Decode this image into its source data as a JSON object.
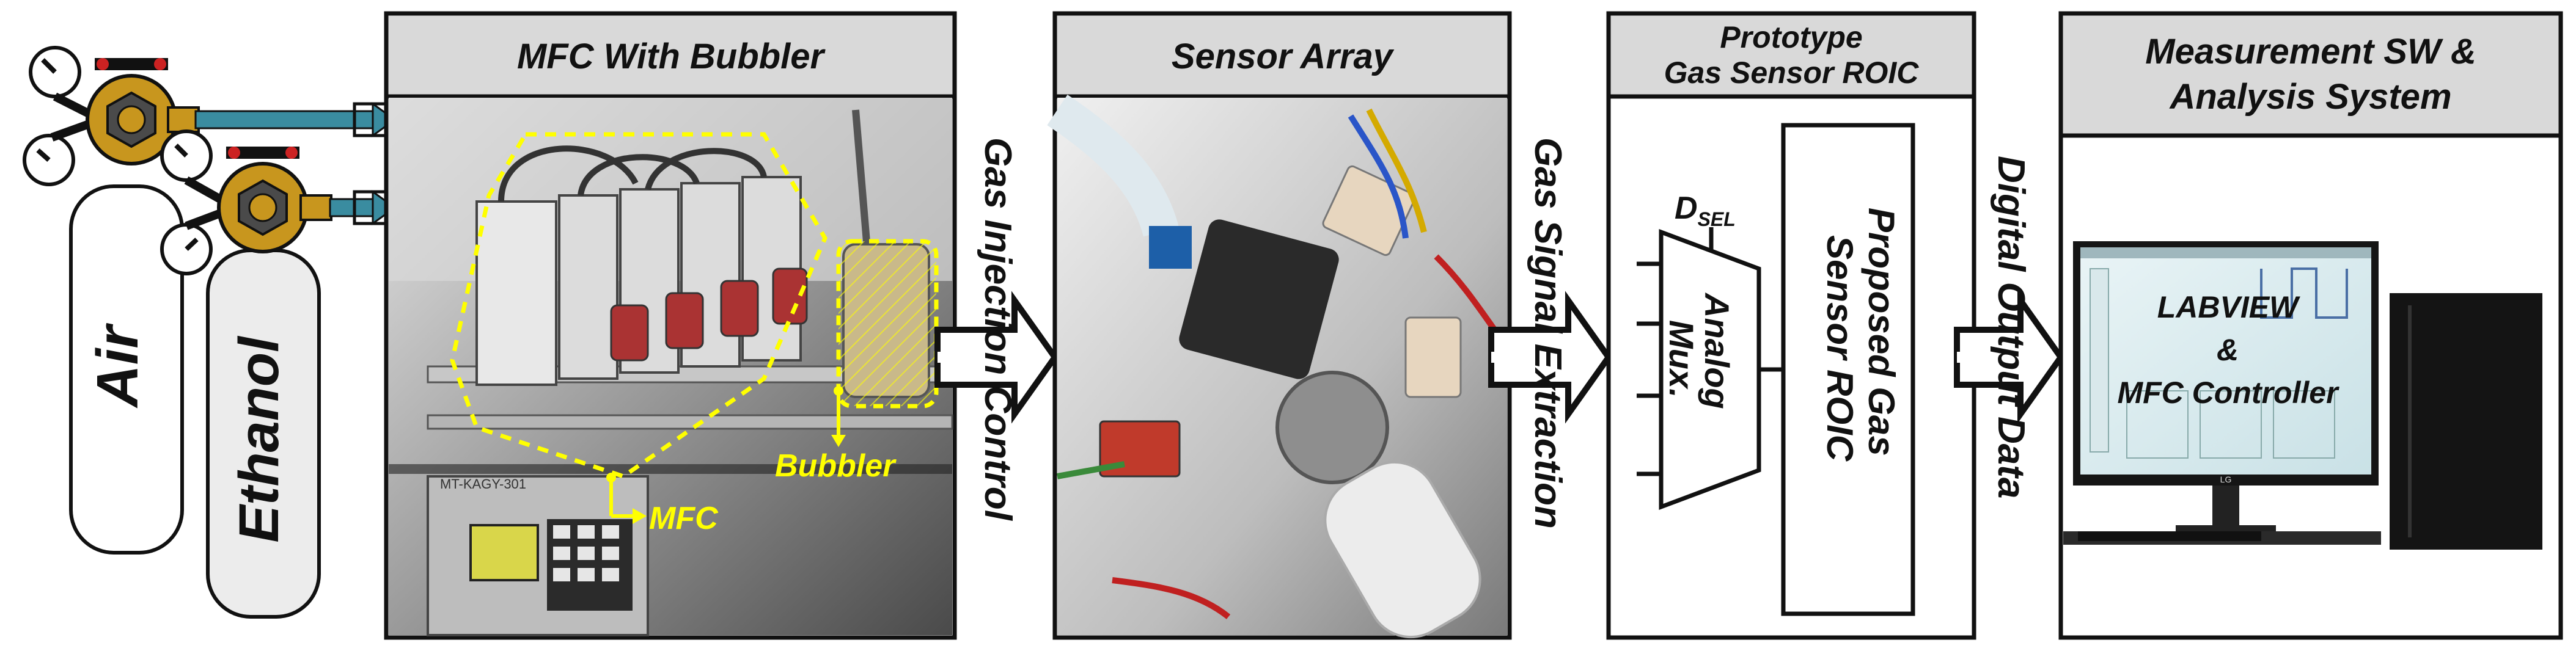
{
  "cylinders": {
    "air_label": "Air",
    "ethanol_label": "Ethanol"
  },
  "panels": {
    "mfc": {
      "title": "MFC With Bubbler",
      "bubbler_label": "Bubbler",
      "mfc_label": "MFC",
      "controller_brand": "MT-KAGY-301"
    },
    "sensor": {
      "title": "Sensor Array"
    },
    "roic": {
      "title_line1": "Prototype",
      "title_line2": "Gas Sensor ROIC",
      "dsel_main": "D",
      "dsel_sub": "SEL",
      "mux_line1": "Analog",
      "mux_line2": "Mux.",
      "roic_line1": "Proposed Gas",
      "roic_line2": "Sensor ROIC"
    },
    "measurement": {
      "title_line1": "Measurement SW &",
      "title_line2": "Analysis System",
      "screen_line1": "LABVIEW",
      "screen_line2": "&",
      "screen_line3": "MFC Controller",
      "monitor_brand": "LG"
    }
  },
  "connectors": {
    "gas_injection": "Gas Injection Control",
    "gas_signal": "Gas Signal Extraction",
    "digital_output": "Digital Output Data"
  },
  "colors": {
    "panel_header": "#d9d9d9",
    "highlight_yellow": "#ffff00",
    "regulator_gold": "#c8961e",
    "pipe_teal": "#3a8ca0",
    "outline": "#111111"
  }
}
